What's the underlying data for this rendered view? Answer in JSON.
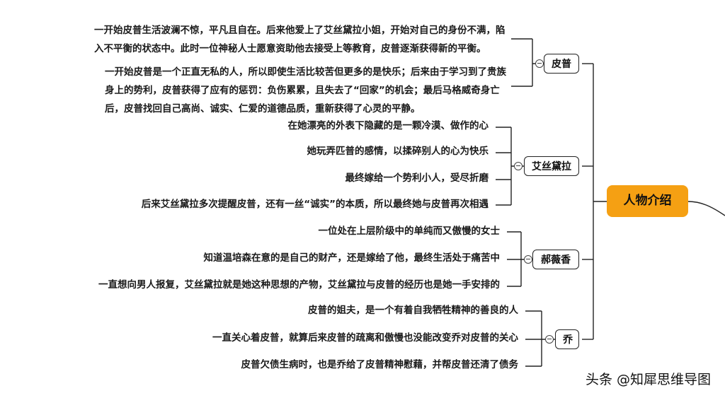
{
  "root": {
    "label": "人物介绍"
  },
  "branches": [
    {
      "label": "皮普",
      "leaves": [
        "一开始皮普生活波澜不惊，平凡且自在。后来他爱上了艾丝黛拉小姐，开始对自己的身份不满，陷入不平衡的状态中。此时一位神秘人士愿意资助他去接受上等教育，皮普逐渐获得新的平衡。",
        "一开始皮普是一个正直无私的人，所以即使生活比较苦但更多的是快乐；后来由于学习到了贵族身上的势利，皮普获得了应有的惩罚：负伤累累，且失去了“回家”的机会；最后马格威奇身亡后，皮普找回自己高尚、诚实、仁爱的道德品质，重新获得了心灵的平静。"
      ]
    },
    {
      "label": "艾丝黛拉",
      "leaves": [
        "在她漂亮的外表下隐藏的是一颗冷漠、做作的心",
        "她玩弄匹普的感情，以揉碎别人的心为快乐",
        "最终嫁给一个势利小人，受尽折磨",
        "后来艾丝黛拉多次提醒皮普，还有一丝“诚实”的本质，所以最终她与皮普再次相遇"
      ]
    },
    {
      "label": "郝薇香",
      "leaves": [
        "一位处在上层阶级中的单纯而又傲慢的女士",
        "知道温培森在意的是自己的财产，还是嫁给了他，最终生活处于痛苦中",
        "一直想向男人报复，艾丝黛拉就是她这种思想的产物，艾丝黛拉与皮普的经历也是她一手安排的"
      ]
    },
    {
      "label": "乔",
      "leaves": [
        "皮普的姐夫，是一个有着自我牺牲精神的善良的人",
        "一直关心着皮普，就算后来皮普的疏离和傲慢也没能改变乔对皮普的关心",
        "皮普欠债生病时，也是乔给了皮普精神慰藉，并帮皮普还清了债务"
      ]
    }
  ],
  "watermark": "头条 @知犀思维导图",
  "colors": {
    "root": "#f5a013",
    "line": "#222222"
  }
}
